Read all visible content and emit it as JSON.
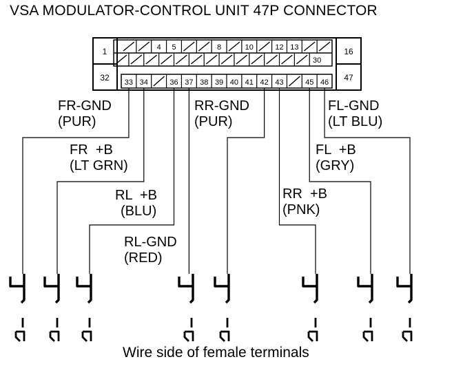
{
  "title": "VSA MODULATOR-CONTROL UNIT 47P CONNECTOR",
  "caption": "Wire side of female terminals",
  "connector": {
    "row1": [
      "",
      "",
      "4",
      "5",
      "",
      "",
      "8",
      "",
      "10",
      "",
      "12",
      "13",
      "",
      ""
    ],
    "row2": [
      "",
      "",
      "",
      "",
      "",
      "",
      "",
      "",
      "",
      "",
      "",
      "",
      "",
      "30"
    ],
    "row3": [
      "33",
      "34",
      "",
      "36",
      "37",
      "38",
      "39",
      "40",
      "41",
      "42",
      "43",
      "",
      "45",
      "46"
    ],
    "left": [
      "1",
      "32"
    ],
    "right": [
      "16",
      "47"
    ]
  },
  "wires": [
    {
      "name": "FR-GND",
      "color": "(PUR)",
      "pin": "33"
    },
    {
      "name": "FR  +B",
      "color": "(LT GRN)",
      "pin": "34"
    },
    {
      "name": "RL  +B",
      "color": "(BLU)",
      "pin": "36"
    },
    {
      "name": "RL-GND",
      "color": "(RED)",
      "pin": "37"
    },
    {
      "name": "RR-GND",
      "color": "(PUR)",
      "pin": "42"
    },
    {
      "name": "RR  +B",
      "color": "(PNK)",
      "pin": "43"
    },
    {
      "name": "FL  +B",
      "color": "(GRY)",
      "pin": "45"
    },
    {
      "name": "FL-GND",
      "color": "(LT BLU)",
      "pin": "46"
    }
  ]
}
